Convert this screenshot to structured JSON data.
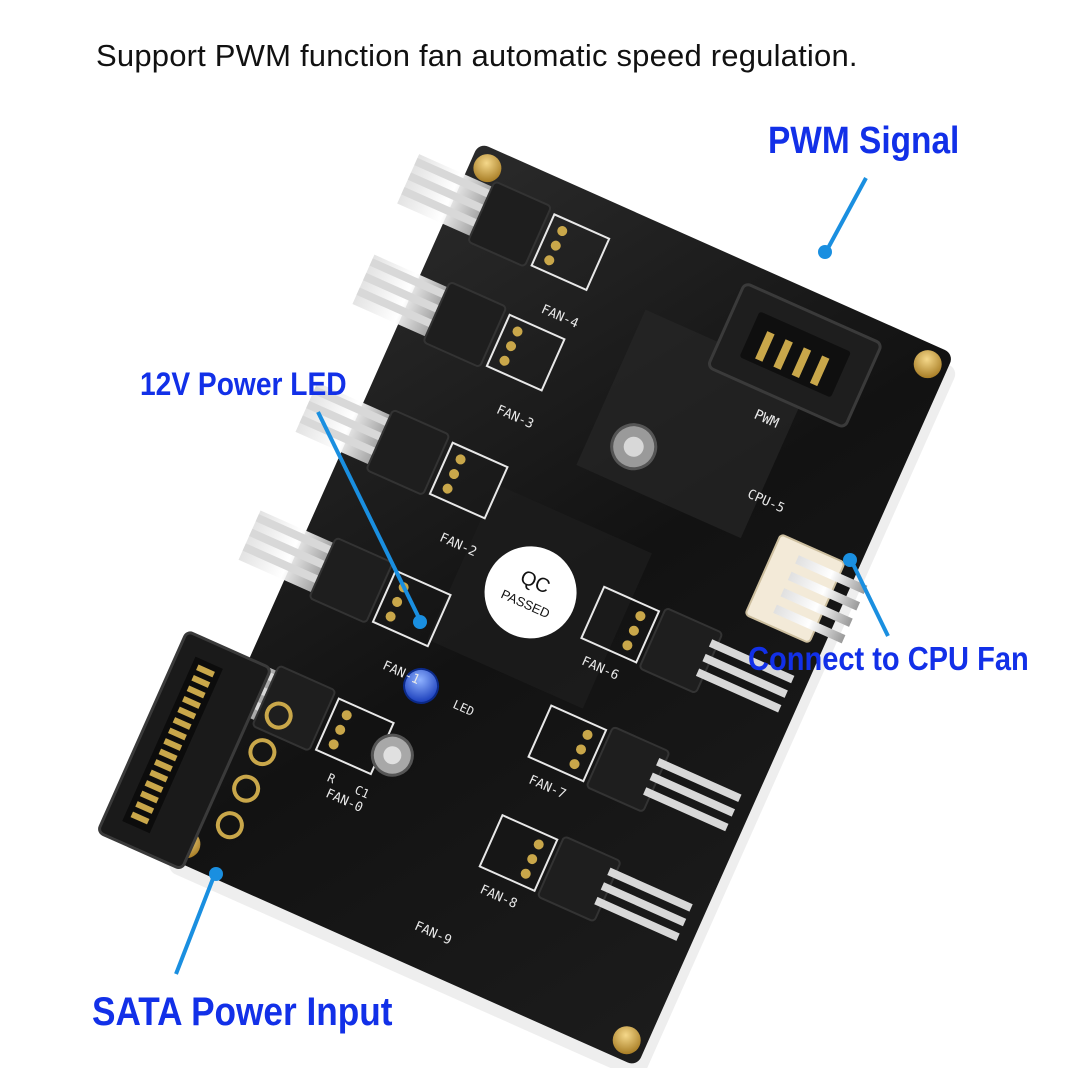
{
  "headline": "Support PWM function fan automatic speed regulation.",
  "callouts": {
    "pwm_signal": "PWM Signal",
    "power_led": "12V Power LED",
    "cpu_fan": "Connect to CPU Fan",
    "sata_input": "SATA Power Input"
  },
  "board": {
    "qc_stamp_top": "QC",
    "qc_stamp_bottom": "PASSED",
    "pwm_label": "PWM",
    "cpu_label": "CPU-5",
    "fan_labels": [
      "FAN-0",
      "FAN-1",
      "FAN-2",
      "FAN-3",
      "FAN-4",
      "FAN-6",
      "FAN-7",
      "FAN-8",
      "FAN-9"
    ],
    "led_label": "LED",
    "r_label": "R",
    "c_label": "C1"
  },
  "colors": {
    "callout": "#1230e8",
    "pointer": "#1a8fe0",
    "pcb": "#111111",
    "connector": "#1e1e1e",
    "pins": "#c9a74a",
    "led": "#1e4fd8"
  }
}
